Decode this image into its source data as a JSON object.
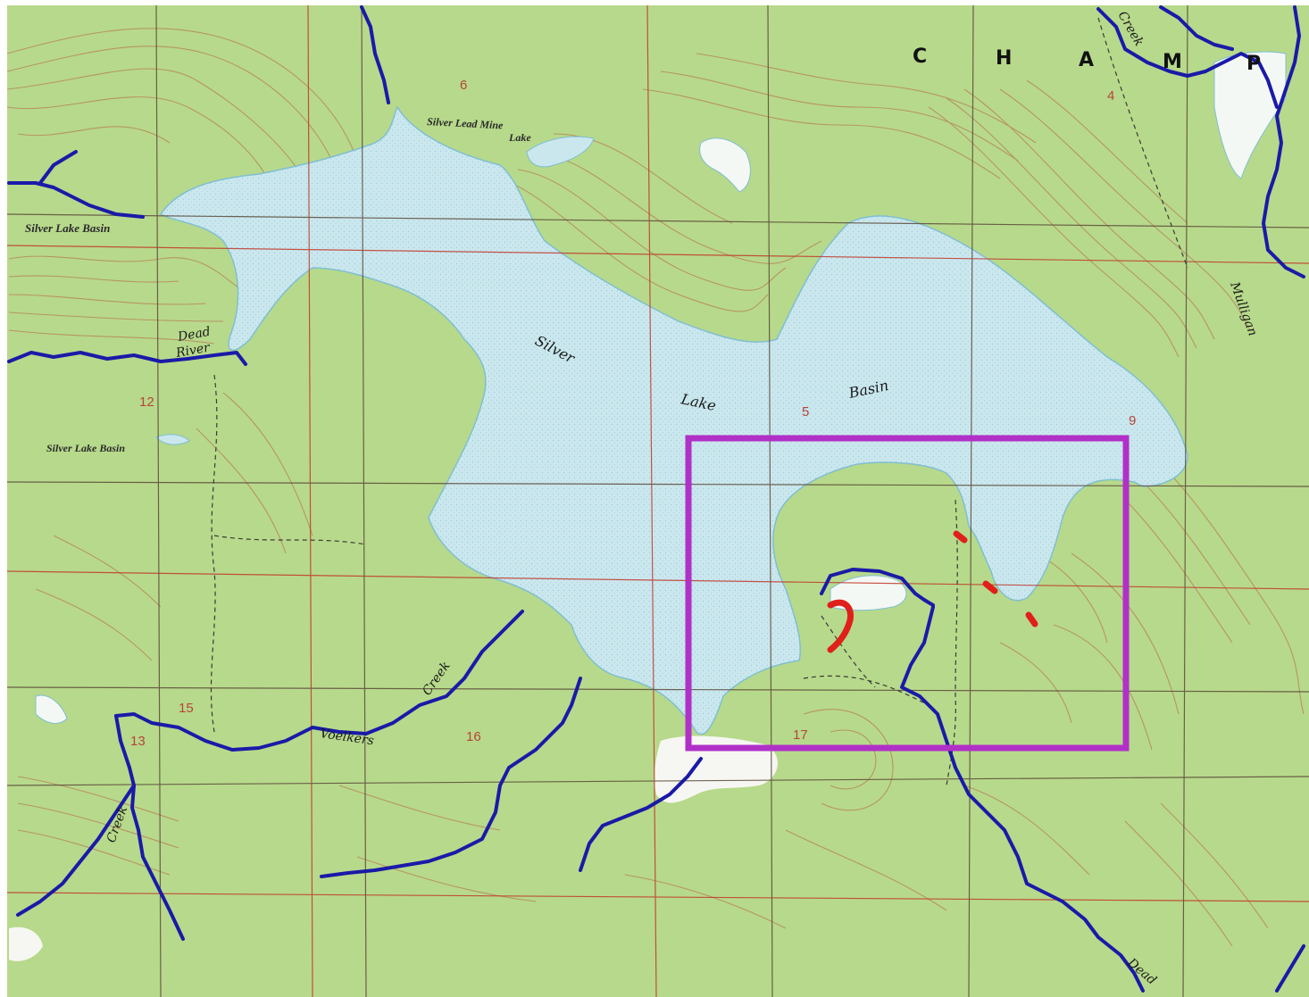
{
  "map": {
    "region_letters": [
      "C",
      "H",
      "A",
      "M",
      "P"
    ],
    "labels": {
      "lake_word_1": "Silver",
      "lake_word_2": "Lake",
      "lake_word_3": "Basin",
      "silver_lake_basin_nw": "Silver Lake Basin",
      "silver_lake_basin_w": "Silver Lake Basin",
      "silver_lead_mine_lake_1": "Silver Lead Mine",
      "silver_lead_mine_lake_2": "Lake",
      "dead_river_1": "Dead",
      "dead_river_2": "River",
      "voelkers": "Voelkers",
      "creek_1": "Creek",
      "creek_2": "Creek",
      "creek_3": "Creek",
      "mulligan": "Mulligan",
      "dead_se": "Dead",
      "section_12": "12",
      "section_13": "13",
      "section_15": "15",
      "section_16": "16",
      "section_17": "17",
      "section_9": "9",
      "section_5": "5",
      "section_4": "4",
      "section_6": "6"
    },
    "colors": {
      "land": "#b7d98b",
      "water": "#cbe7ee",
      "stream": "#1a1aa8",
      "contour": "#b58a5e",
      "grid_red": "#c0392b",
      "highlight_box": "#b030c8",
      "marker": "#e0201a"
    }
  }
}
